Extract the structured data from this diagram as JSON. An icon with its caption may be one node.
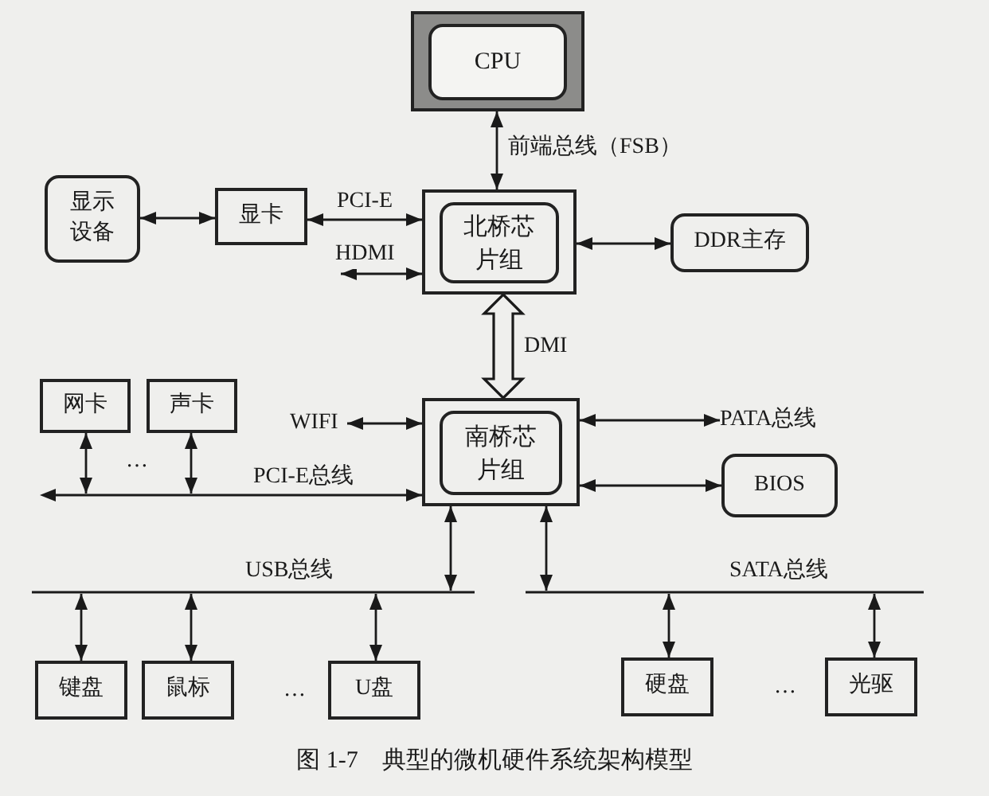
{
  "diagram": {
    "caption": "图 1-7　典型的微机硬件系统架构模型",
    "nodes": [
      {
        "text": [
          "CPU"
        ]
      },
      {
        "text": [
          "显示设备"
        ]
      },
      {
        "text": [
          "显卡"
        ]
      },
      {
        "text": [
          "北桥芯片组"
        ]
      },
      {
        "text": [
          "DDR主存"
        ]
      },
      {
        "text": [
          "网卡"
        ]
      },
      {
        "text": [
          "声卡"
        ]
      },
      {
        "text": [
          "WIFI"
        ]
      },
      {
        "text": [
          "南桥芯片组"
        ]
      },
      {
        "text": [
          "PATA总线"
        ]
      },
      {
        "text": [
          "PCI-E总线"
        ]
      },
      {
        "text": [
          "BIOS"
        ]
      },
      {
        "text": [
          "USB总线"
        ]
      },
      {
        "text": [
          "SATA总线"
        ]
      },
      {
        "text": [
          "键盘"
        ]
      },
      {
        "text": [
          "鼠标"
        ]
      },
      {
        "text": [
          "U盘"
        ]
      },
      {
        "text": [
          "硬盘"
        ]
      },
      {
        "text": [
          "光驱"
        ]
      }
    ],
    "edges": [
      {
        "from": 0,
        "to": 3,
        "arrow": "both",
        "label": "前端总线（FSB）"
      },
      {
        "from": 1,
        "to": 2,
        "arrow": "both"
      },
      {
        "from": 2,
        "to": 3,
        "arrow": "both",
        "label": "PCI-E"
      },
      {
        "from": null,
        "to": 3,
        "arrow": "both",
        "label": "HDMI"
      },
      {
        "from": 3,
        "to": 4,
        "arrow": "both"
      },
      {
        "from": 3,
        "to": 8,
        "arrow": "both",
        "label": "DMI",
        "style": "thick"
      },
      {
        "from": 8,
        "to": 7,
        "arrow": "both"
      },
      {
        "from": 8,
        "to": 9,
        "arrow": "both"
      },
      {
        "from": 8,
        "to": 11,
        "arrow": "both"
      },
      {
        "from": 10,
        "to": 8,
        "arrow": "to"
      },
      {
        "from": 5,
        "to": 10,
        "arrow": "both"
      },
      {
        "from": 6,
        "to": 10,
        "arrow": "both"
      },
      {
        "from": 8,
        "to": 12,
        "arrow": "both"
      },
      {
        "from": 8,
        "to": 13,
        "arrow": "both"
      },
      {
        "from": 12,
        "to": 14,
        "arrow": "both"
      },
      {
        "from": 12,
        "to": 15,
        "arrow": "both"
      },
      {
        "from": 12,
        "to": 16,
        "arrow": "both"
      },
      {
        "from": 13,
        "to": 17,
        "arrow": "both"
      },
      {
        "from": 13,
        "to": 18,
        "arrow": "both"
      }
    ],
    "labels": [
      "…",
      "…",
      "…"
    ]
  }
}
